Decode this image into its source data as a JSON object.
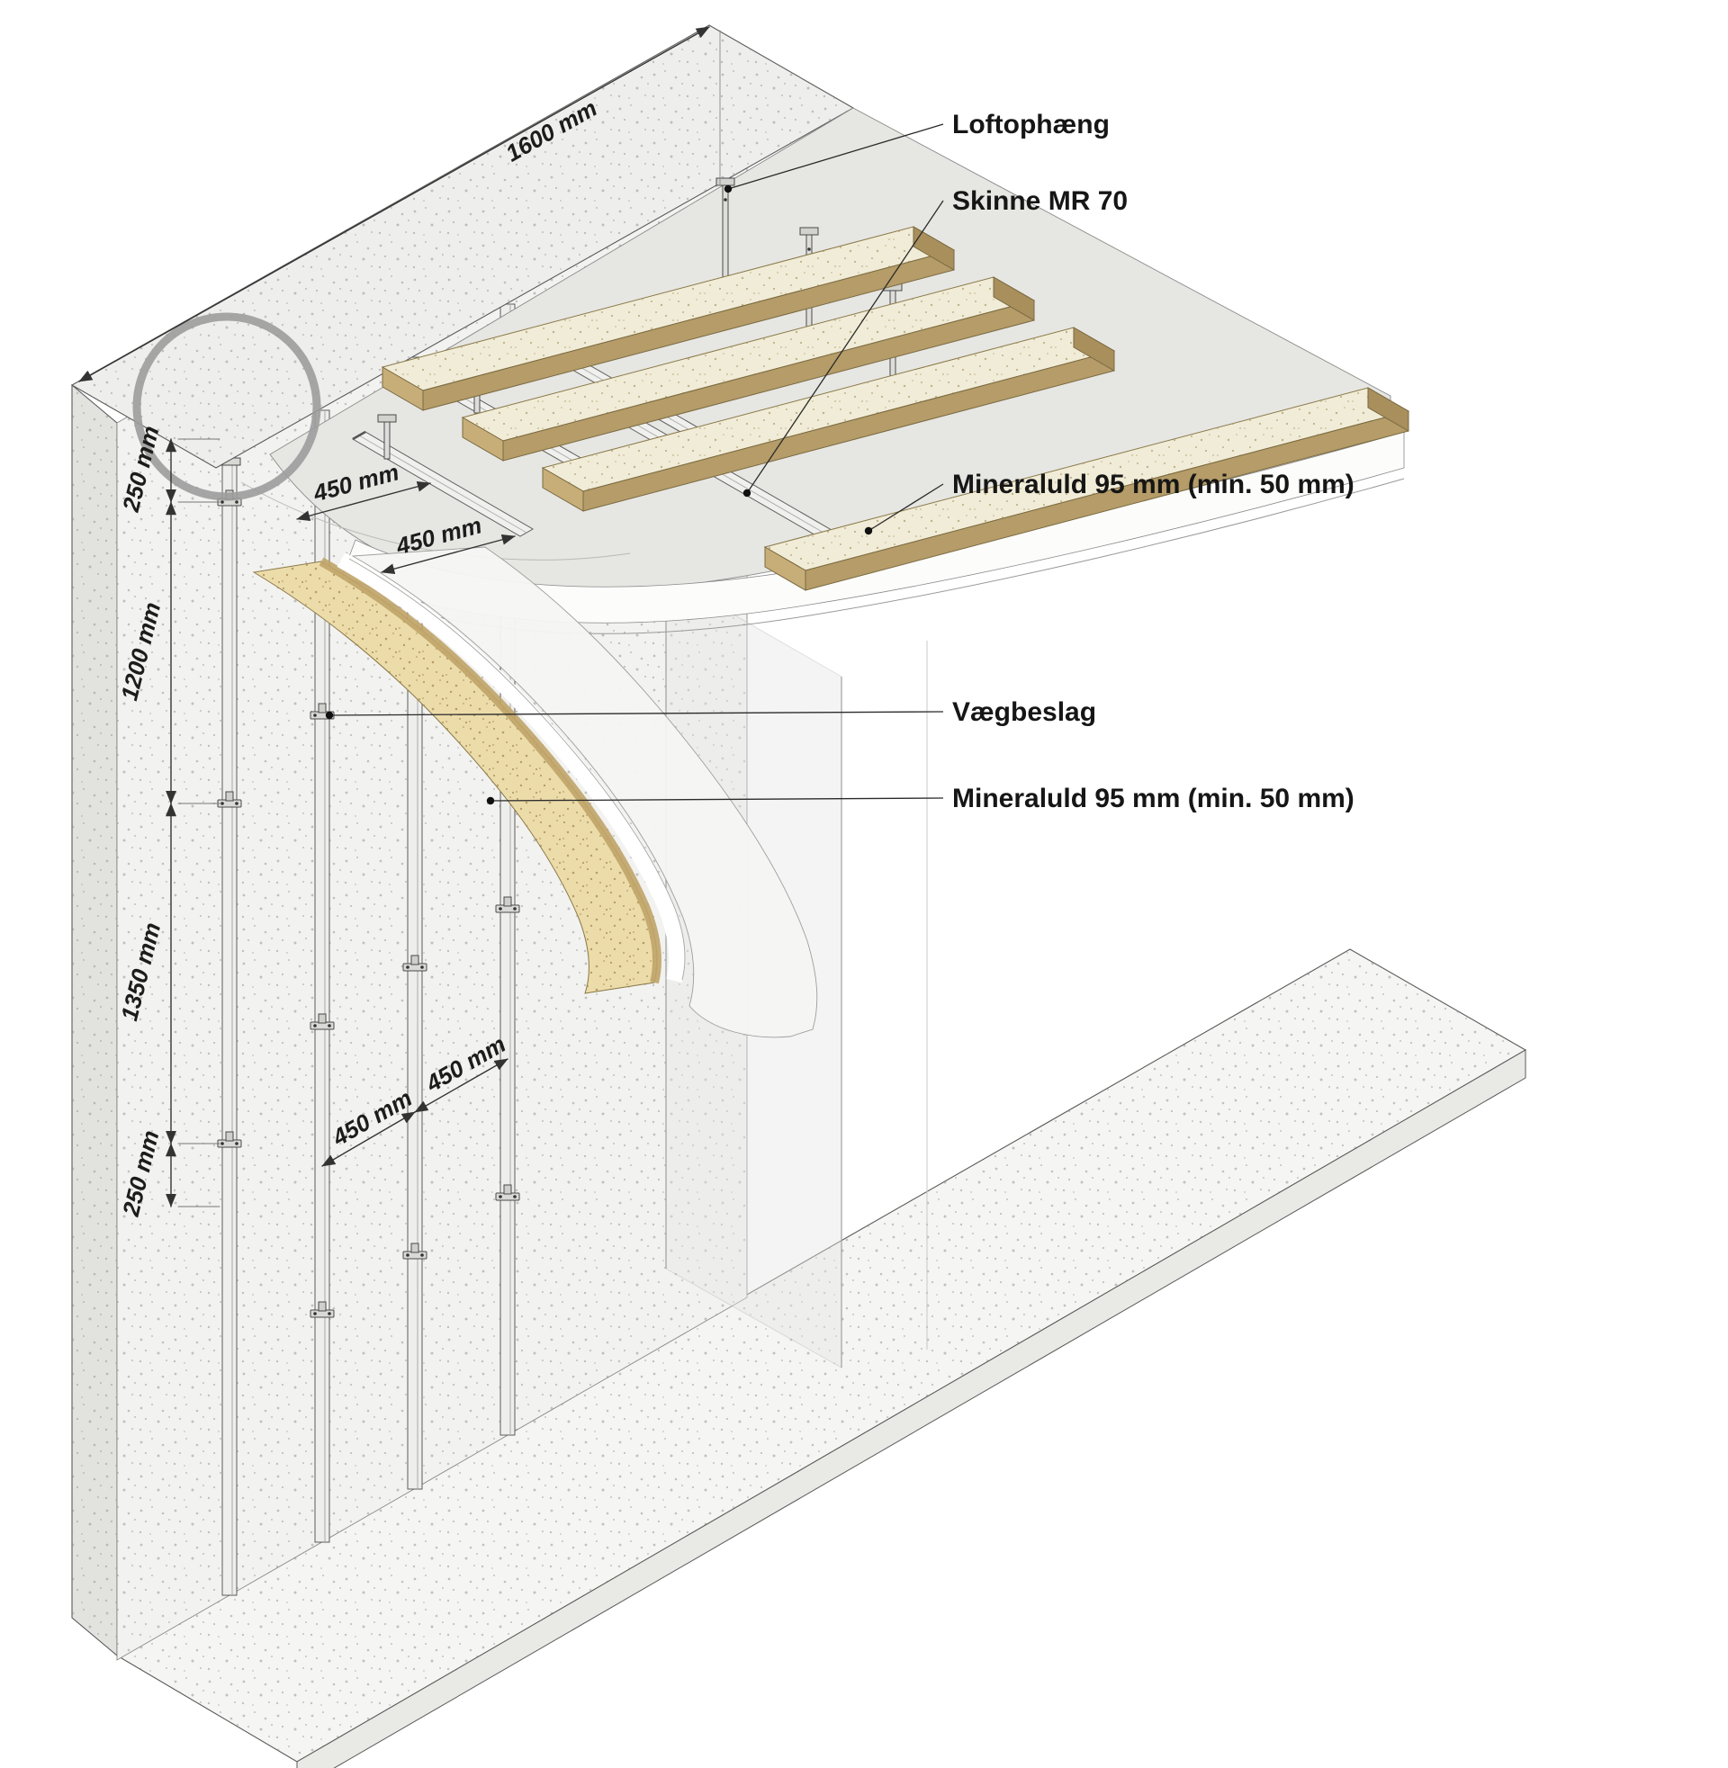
{
  "diagram": {
    "labels": {
      "loftophaeng": "Loftophæng",
      "skinne_mr70": "Skinne MR 70",
      "mineraluld_ceiling": "Mineraluld 95 mm (min. 50 mm)",
      "vaegbeslag": "Vægbeslag",
      "mineraluld_wall": "Mineraluld 95 mm (min. 50 mm)"
    },
    "dimensions": {
      "ceiling_edge": "1600 mm",
      "ceiling_rail_spacing_1": "450 mm",
      "ceiling_rail_spacing_2": "450 mm",
      "wall_top_offset": "250 mm",
      "wall_span_upper": "1200 mm",
      "wall_span_lower": "1350 mm",
      "wall_bottom_offset": "250 mm",
      "stud_spacing_1": "450 mm",
      "stud_spacing_2": "450 mm"
    },
    "colors": {
      "concrete": "#f2f2f0",
      "mineral_wool_top": "#f1ecd7",
      "mineral_wool_edge": "#b59c68",
      "wall_insulation": "#ecdcaa",
      "line": "#333333",
      "text": "#161616",
      "highlight_circle": "#9c9c9c"
    }
  }
}
